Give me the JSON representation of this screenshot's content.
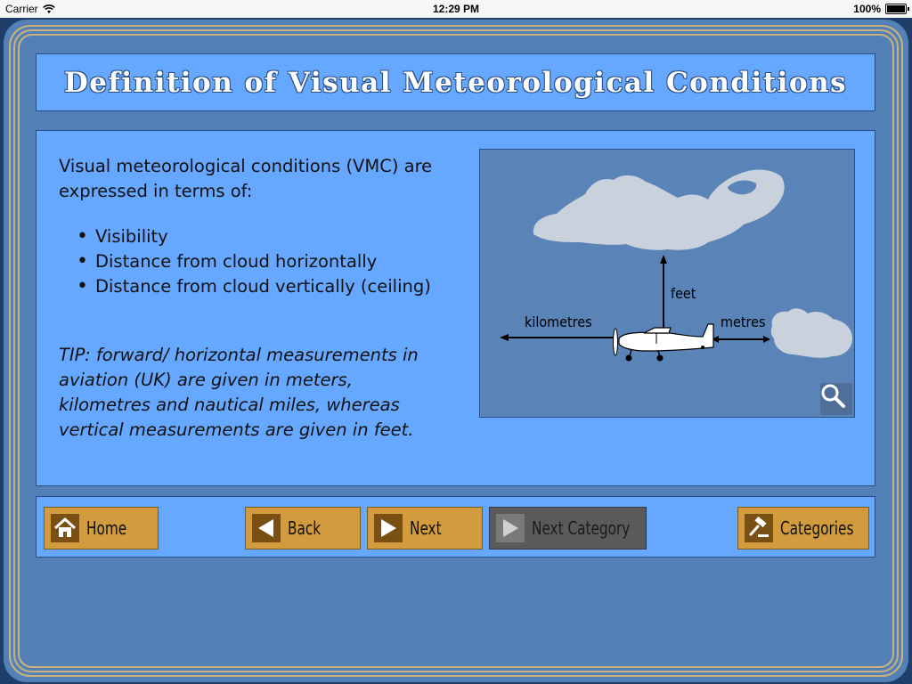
{
  "status": {
    "carrier": "Carrier",
    "time": "12:29 PM",
    "battery": "100%"
  },
  "title": "Definition of Visual Meteorological Conditions",
  "content": {
    "intro": "Visual meteorological conditions (VMC) are expressed in terms of:",
    "bullets": [
      "Visibility",
      "Distance from cloud horizontally",
      "Distance from cloud vertically (ceiling)"
    ],
    "tip": "TIP: forward/ horizontal measurements in aviation (UK) are given in meters, kilometres and nautical miles, whereas vertical measurements are given in feet."
  },
  "diagram": {
    "labels": {
      "feet": "feet",
      "kilometres": "kilometres",
      "metres": "metres"
    },
    "zoom_icon": "magnifier-icon"
  },
  "nav": {
    "home": "Home",
    "back": "Back",
    "next": "Next",
    "next_category": "Next Category",
    "categories": "Categories"
  },
  "colors": {
    "frame": "#5480b8",
    "panel": "#66a8ff",
    "button": "#d19b3e",
    "button_disabled": "#5a5a5a",
    "gold_border": "#c9b27c"
  }
}
